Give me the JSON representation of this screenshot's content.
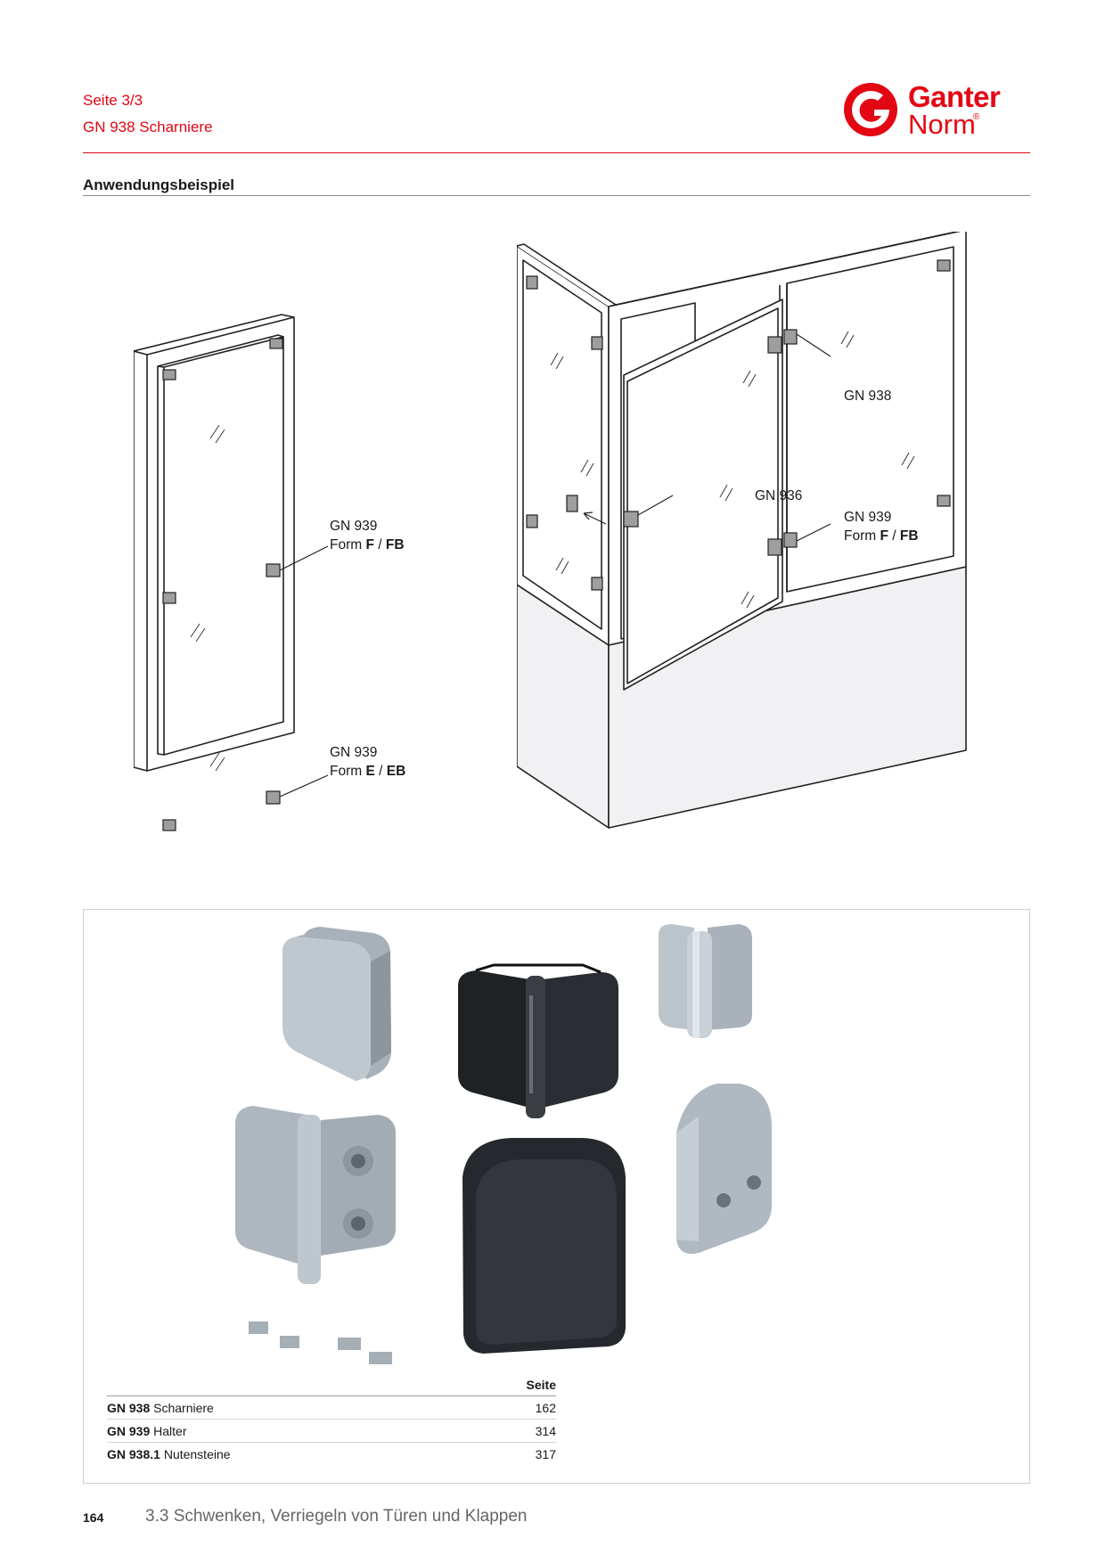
{
  "header": {
    "page_indicator": "Seite 3/3",
    "title": "GN 938 Scharniere",
    "logo": {
      "line1": "Ganter",
      "line2": "Norm",
      "registered": "®",
      "color": "#e30613"
    }
  },
  "section": {
    "title": "Anwendungsbeispiel"
  },
  "drawing_left": {
    "labels": [
      {
        "line1": "GN 939",
        "form_prefix": "Form ",
        "form_a": "F",
        "sep": " / ",
        "form_b": "FB"
      },
      {
        "line1": "GN 939",
        "form_prefix": "Form ",
        "form_a": "E",
        "sep": " / ",
        "form_b": "EB"
      }
    ]
  },
  "drawing_right": {
    "labels": [
      {
        "line1": "GN 938"
      },
      {
        "line1": "GN 936"
      },
      {
        "line1": "GN 939",
        "form_prefix": "Form ",
        "form_a": "F",
        "sep": " / ",
        "form_b": "FB"
      }
    ]
  },
  "photos": {
    "items": [
      {
        "icon": "glass-holder-silver-icon"
      },
      {
        "icon": "hinge-black-icon"
      },
      {
        "icon": "hinge-silver-small-icon"
      },
      {
        "icon": "hinge-silver-open-icon"
      },
      {
        "icon": "glass-holder-black-icon"
      },
      {
        "icon": "glass-holder-silver-screw-icon"
      },
      {
        "icon": "slot-nuts-icon"
      }
    ]
  },
  "references": {
    "header": "Seite",
    "rows": [
      {
        "code": "GN 938",
        "name": " Scharniere",
        "page": "162"
      },
      {
        "code": "GN 939",
        "name": " Halter",
        "page": "314"
      },
      {
        "code": "GN 938.1",
        "name": " Nutensteine",
        "page": "317"
      }
    ]
  },
  "footer": {
    "page_number": "164",
    "chapter": "3.3 Schwenken, Verriegeln von Türen und Klappen"
  }
}
